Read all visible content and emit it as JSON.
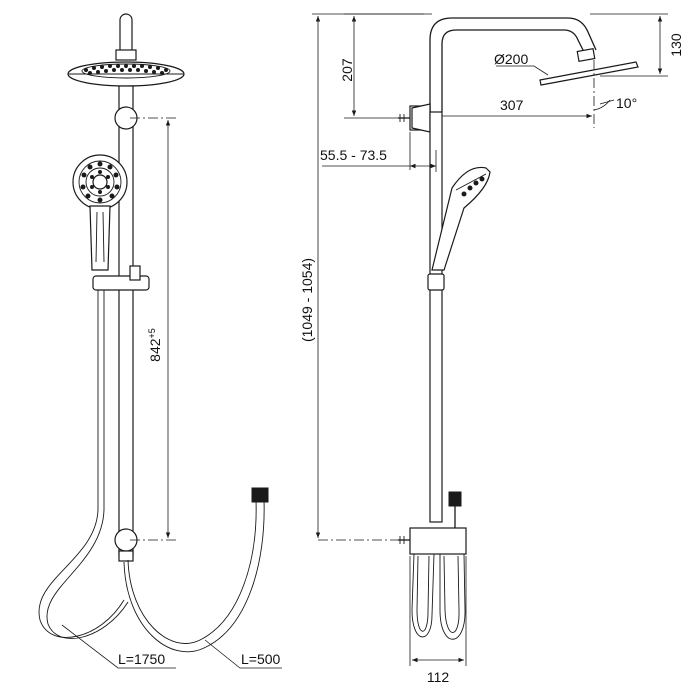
{
  "diagram": {
    "dimensions": {
      "head_diameter": "Ø200",
      "head_drop": "130",
      "arm_rise": "207",
      "arm_reach": "307",
      "head_angle": "10°",
      "wall_offset": "55.5 - 73.5",
      "total_height": "(1049 - 1054)",
      "bar_height": "842",
      "bar_height_tolerance": "+5",
      "hose_long": "L=1750",
      "hose_short": "L=500",
      "base_width": "112"
    },
    "colors": {
      "line": "#1a1a1a",
      "background": "#ffffff"
    }
  }
}
